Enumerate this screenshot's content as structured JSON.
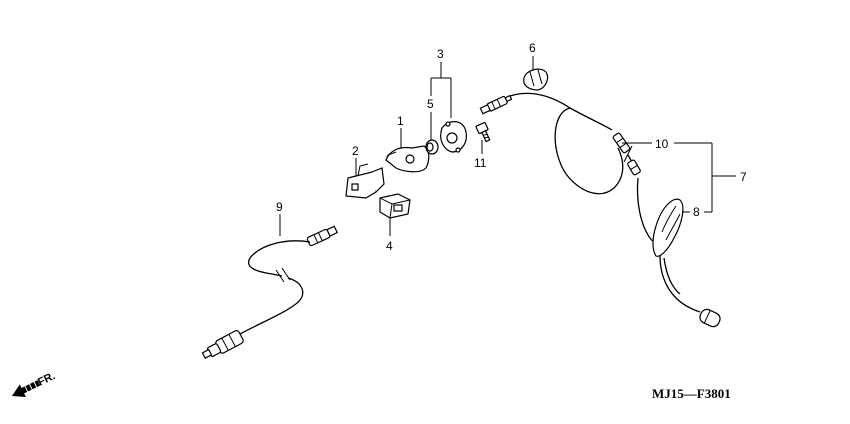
{
  "diagram": {
    "callouts": {
      "c1": "1",
      "c2": "2",
      "c3": "3",
      "c4": "4",
      "c5": "5",
      "c6": "6",
      "c7": "7",
      "c8": "8",
      "c9": "9",
      "c10": "10",
      "c11": "11"
    },
    "fr_label": "FR.",
    "code": "MJ15—F3801"
  }
}
